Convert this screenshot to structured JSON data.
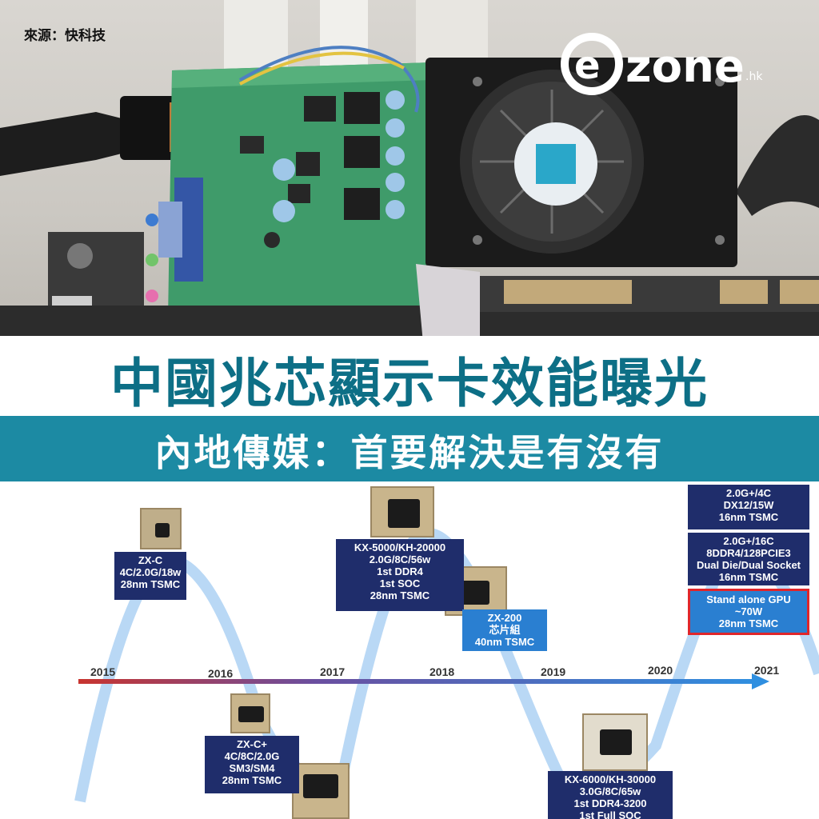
{
  "source_label": "來源：快科技",
  "logo": {
    "text": "ezone",
    "suffix": ".hk"
  },
  "headline": "中國兆芯顯示卡效能曝光",
  "subheadline": "內地傳媒：首要解決是有沒有",
  "timeline": {
    "years": [
      "2015",
      "2016",
      "2017",
      "2018",
      "2019",
      "2020",
      "2021"
    ],
    "boxes": {
      "zxc": [
        "ZX-C",
        "4C/2.0G/18w",
        "28nm TSMC"
      ],
      "zxcplus": [
        "ZX-C+",
        "4C/8C/2.0G",
        "SM3/SM4",
        "28nm TSMC"
      ],
      "kx5000": [
        "KX-5000/KH-20000",
        "2.0G/8C/56w",
        "1st DDR4",
        "1st SOC",
        "28nm TSMC"
      ],
      "zx200": [
        "ZX-200",
        "芯片組",
        "40nm TSMC"
      ],
      "kx6000": [
        "KX-6000/KH-30000",
        "3.0G/8C/65w",
        "1st DDR4-3200",
        "1st Full SOC"
      ],
      "r1": [
        "2.0G+/4C",
        "DX12/15W",
        "16nm TSMC"
      ],
      "r2": [
        "2.0G+/16C",
        "8DDR4/128PCIE3",
        "Dual Die/Dual Socket",
        "16nm TSMC"
      ],
      "gpu": [
        "Stand alone GPU",
        "~70W",
        "28nm TSMC"
      ]
    }
  },
  "colors": {
    "headline": "#0d6f86",
    "band": "#1c8aa3",
    "box": "#1f2d6b",
    "highlight": "#e0262b"
  }
}
